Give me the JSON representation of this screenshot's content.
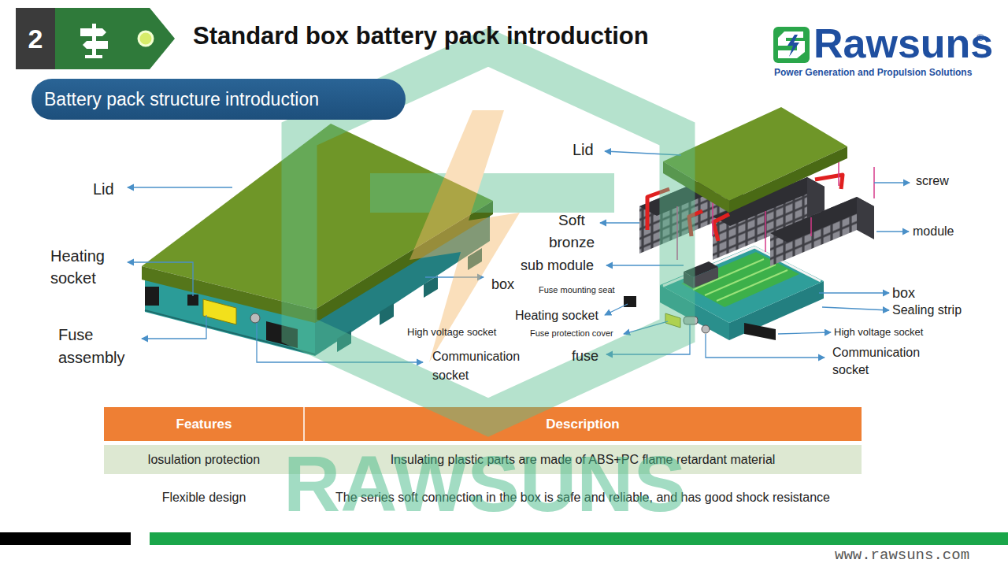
{
  "diagram": {
    "title": "Standard box battery pack introduction",
    "nodes": [
      {
        "text": [
          "2"
        ]
      },
      {
        "text": [
          "Battery pack structure introduction"
        ]
      }
    ],
    "labels": [
      "Rawsuns",
      "®",
      "Power Generation and Propulsion Solutions",
      "Lid",
      "Heating socket",
      "Fuse assembly",
      "box",
      "High voltage socket",
      "Communication socket",
      "Lid",
      "screw",
      "Soft bronze",
      "module",
      "sub module",
      "Fuse mounting seat",
      "box",
      "Sealing strip",
      "Heating socket",
      "Fuse protection cover",
      "High voltage socket",
      "fuse",
      "Communication socket",
      "Features",
      "Description",
      "losulation protection",
      "Insulating plastic parts are made of ABS+PC flame retardant material",
      "Flexible design",
      "The series soft connection in the box is safe and reliable, and has good shock resistance",
      "RAWSUNS",
      "www.rawsuns.com"
    ]
  }
}
